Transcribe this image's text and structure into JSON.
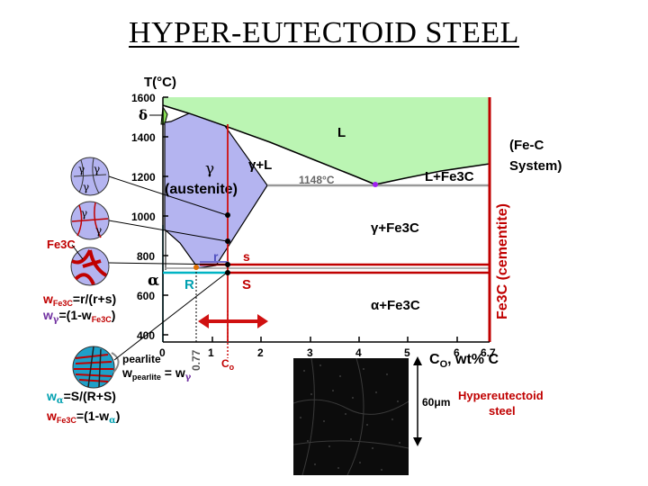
{
  "title": "HYPER-EUTECTOID STEEL",
  "axes": {
    "y_label": "T(°C)",
    "y_ticks": [
      "1600",
      "1400",
      "1200",
      "1000",
      "800",
      "600",
      "400"
    ],
    "x_ticks": [
      "0",
      "1",
      "2",
      "3",
      "4",
      "5",
      "6",
      "6.7"
    ],
    "x_label_main": "C",
    "x_label_sub": "O",
    "x_label_tail": ", wt% C"
  },
  "regions": {
    "liquid": "L",
    "delta": "δ",
    "gamma_symbol": "γ",
    "austenite": "(austenite)",
    "gamma_plus_L": "γ+L",
    "temp_1148": "1148°C",
    "L_plus_Fe3C": "L+Fe3C",
    "gamma_plus_Fe3C": "γ+Fe3C",
    "alpha_symbol": "α",
    "alpha_plus_Fe3C": "α+Fe3C",
    "cementite_vertical": "Fe3C (cementite)",
    "system": [
      "(Fe-C",
      "System)"
    ]
  },
  "lever": {
    "r_small": "r",
    "s_small": "s",
    "R_big": "R",
    "S_big": "S",
    "c0_label": "C",
    "c0_sub": "o",
    "eutectoid_comp": "0.77"
  },
  "grains": {
    "gamma": "γ",
    "fe3c_label": "Fe3C",
    "pearlite_label": "pearlite"
  },
  "formulas": {
    "w_fe3c_small": "w",
    "w_fe3c_small_sub": "Fe3C",
    "w_fe3c_small_rhs": "=r/(r+s)",
    "w_gamma": "w",
    "w_gamma_sub": "γ",
    "w_gamma_rhs": "=(1-w",
    "w_gamma_rhs_sub": "Fe3C",
    "w_gamma_rhs_end": ")",
    "w_pearlite": "w",
    "w_pearlite_sub": "pearlite",
    "w_pearlite_eq": " = w",
    "w_pearlite_eq_sub": "γ",
    "w_alpha": "w",
    "w_alpha_sub": "α",
    "w_alpha_rhs": "=S/(R+S)",
    "w_fe3c_big": "w",
    "w_fe3c_big_sub": "Fe3C",
    "w_fe3c_big_rhs": "=(1-w",
    "w_fe3c_big_rhs_sub": "α",
    "w_fe3c_big_end": ")"
  },
  "micrograph": {
    "scale": "60μm",
    "caption_line1": "Hypereutectoid",
    "caption_line2": "steel"
  },
  "colors": {
    "liquid_fill": "#bbf5b3",
    "austenite_fill": "#b4b4f0",
    "alpha_line": "#00a8b4",
    "cementite_red": "#c00000",
    "gray_line": "#999999"
  }
}
